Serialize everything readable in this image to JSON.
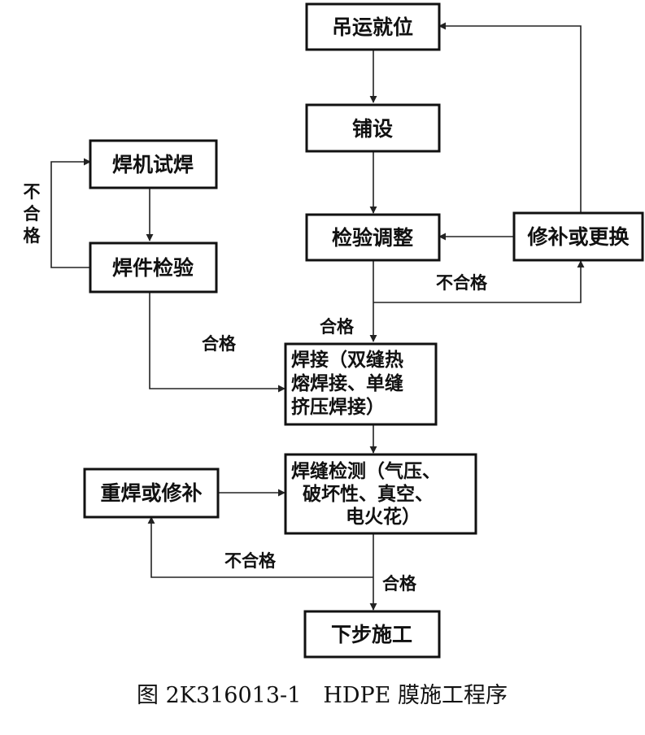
{
  "nodes": {
    "hoist": "吊运就位",
    "lay": "铺设",
    "inspect_adjust": "检验调整",
    "repair_replace": "修补或更换",
    "trial_weld": "焊机试焊",
    "sample_inspect": "焊件检验",
    "welding": [
      "焊接（双缝热",
      "熔焊接、单缝",
      "挤压焊接）"
    ],
    "seam_test": [
      "焊缝检测（气压、",
      "破坏性、真空、",
      "电火花）"
    ],
    "reweld_repair": "重焊或修补",
    "next_step": "下步施工"
  },
  "labels": {
    "fail_vertical": [
      "不",
      "合",
      "格"
    ],
    "fail_inspect_adjust": "不合格",
    "pass_inspect_adjust": "合格",
    "pass_sample": "合格",
    "fail_seam_test": "不合格",
    "pass_seam_test": "合格"
  },
  "caption": "图 2K316013-1　HDPE 膜施工程序"
}
